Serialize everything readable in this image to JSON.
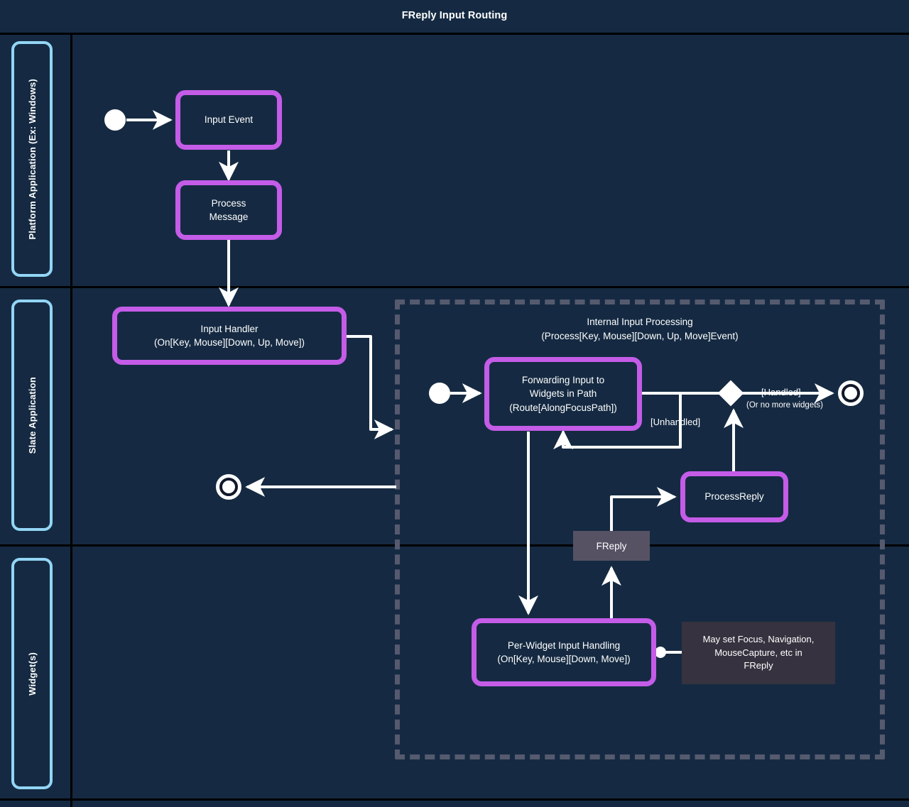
{
  "title": "FReply Input Routing",
  "lanes": [
    {
      "label": "Platform Application (Ex: Windows)"
    },
    {
      "label": "Slate Application"
    },
    {
      "label": "Widget(s)"
    }
  ],
  "nodes": {
    "input_event": "Input Event",
    "process_message": "Process\nMessage",
    "input_handler": "Input Handler\n(On[Key, Mouse][Down, Up, Move])",
    "forwarding_input": "Forwarding Input to\nWidgets in Path\n(Route[AlongFocusPath])",
    "process_reply": "ProcessReply",
    "per_widget": "Per-Widget Input Handling\n(On[Key, Mouse][Down, Move])",
    "freply": "FReply"
  },
  "composite": {
    "title": "Internal Input Processing\n(Process[Key, Mouse][Down, Up, Move]Event)"
  },
  "note": {
    "text": "May set Focus, Navigation,\nMouseCapture, etc in\nFReply"
  },
  "edge_labels": {
    "handled": "[Handled]",
    "handled_sub": "(Or no more widgets)",
    "unhandled": "[Unhandled]"
  },
  "colors": {
    "background": "#152a42",
    "node_border": "#c45ce8",
    "lane_border": "#93d5f6",
    "edge": "#ffffff",
    "composite_border": "#555a6e",
    "note_background": "#36323f",
    "freply_background": "#565264",
    "divider": "#000000"
  }
}
